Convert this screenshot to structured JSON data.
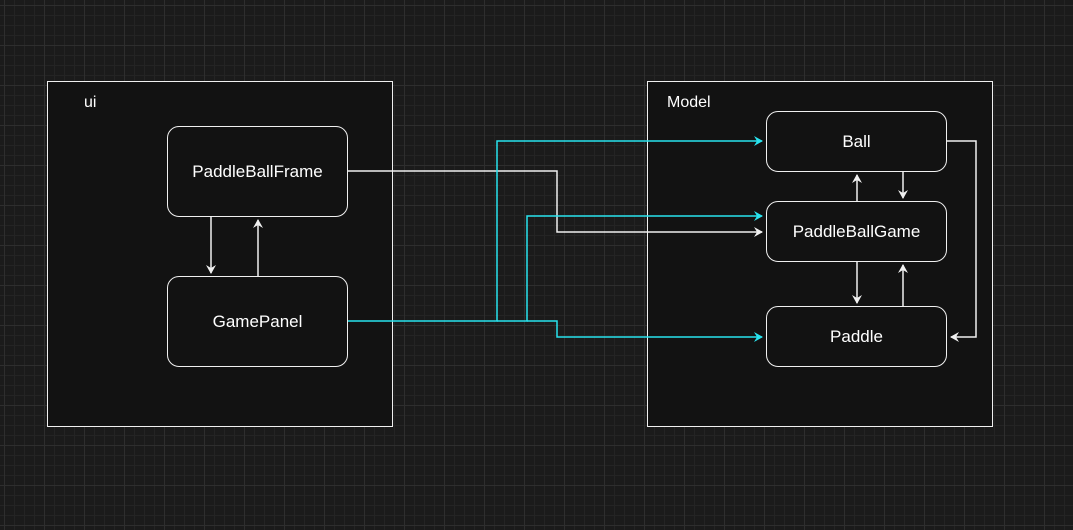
{
  "diagram": {
    "colors": {
      "background": "#1b1b1b",
      "stroke": "#f0f0f0",
      "fill": "#121212",
      "text": "#ffffff",
      "highlight_edge": "#28e3ee"
    },
    "containers": {
      "ui": {
        "label": "ui"
      },
      "model": {
        "label": "Model"
      }
    },
    "nodes": {
      "paddle_ball_frame": {
        "label": "PaddleBallFrame"
      },
      "game_panel": {
        "label": "GamePanel"
      },
      "ball": {
        "label": "Ball"
      },
      "paddle_ball_game": {
        "label": "PaddleBallGame"
      },
      "paddle": {
        "label": "Paddle"
      }
    },
    "edges": [
      {
        "from": "PaddleBallFrame",
        "to": "GamePanel",
        "style": "white"
      },
      {
        "from": "GamePanel",
        "to": "PaddleBallFrame",
        "style": "white"
      },
      {
        "from": "PaddleBallFrame",
        "to": "PaddleBallGame",
        "style": "white"
      },
      {
        "from": "GamePanel",
        "to": "Ball",
        "style": "cyan"
      },
      {
        "from": "GamePanel",
        "to": "PaddleBallGame",
        "style": "cyan"
      },
      {
        "from": "GamePanel",
        "to": "Paddle",
        "style": "cyan"
      },
      {
        "from": "Ball",
        "to": "PaddleBallGame",
        "style": "white"
      },
      {
        "from": "PaddleBallGame",
        "to": "Ball",
        "style": "white"
      },
      {
        "from": "PaddleBallGame",
        "to": "Paddle",
        "style": "white"
      },
      {
        "from": "Paddle",
        "to": "PaddleBallGame",
        "style": "white"
      },
      {
        "from": "Ball",
        "to": "Paddle",
        "style": "white"
      }
    ]
  }
}
